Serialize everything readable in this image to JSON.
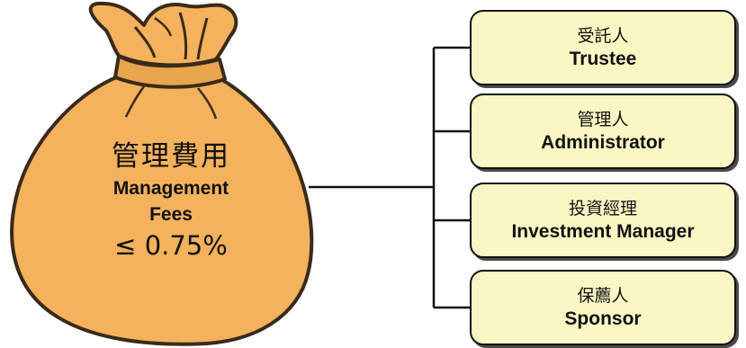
{
  "bag": {
    "title_zh": "管理費用",
    "title_en_line1": "Management",
    "title_en_line2": "Fees",
    "fee_cap": "≤ 0.75%",
    "fill_color": "#f4b25d",
    "outline_color": "#3a2a1a"
  },
  "roles": [
    {
      "zh": "受託人",
      "en": "Trustee"
    },
    {
      "zh": "管理人",
      "en": "Administrator"
    },
    {
      "zh": "投資經理",
      "en": "Investment Manager"
    },
    {
      "zh": "保薦人",
      "en": "Sponsor"
    }
  ],
  "colors": {
    "box_fill": "#fbf7c4",
    "box_border": "#111111",
    "connector": "#111111"
  }
}
